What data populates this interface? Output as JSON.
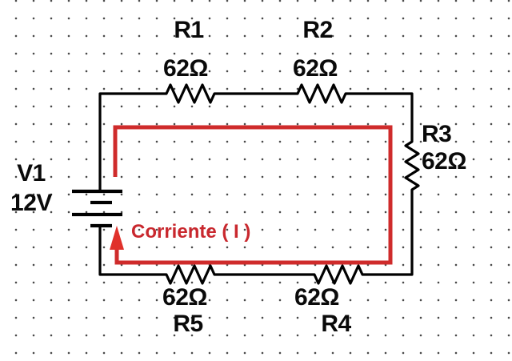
{
  "canvas": {
    "background": "#ffffff",
    "grid_dot_color": "#4a4a4a",
    "wire_color": "#000000",
    "current_loop_color": "#cf2b2b",
    "current_arrow_color": "#e0312b",
    "current_text_color": "#c9282e"
  },
  "voltage_source": {
    "name": "V1",
    "value": "12V"
  },
  "resistors": {
    "r1": {
      "name": "R1",
      "value": "62Ω"
    },
    "r2": {
      "name": "R2",
      "value": "62Ω"
    },
    "r3": {
      "name": "R3",
      "value": "62Ω"
    },
    "r4": {
      "name": "R4",
      "value": "62Ω"
    },
    "r5": {
      "name": "R5",
      "value": "62Ω"
    }
  },
  "annotations": {
    "current_label": "Corriente ( I )"
  }
}
